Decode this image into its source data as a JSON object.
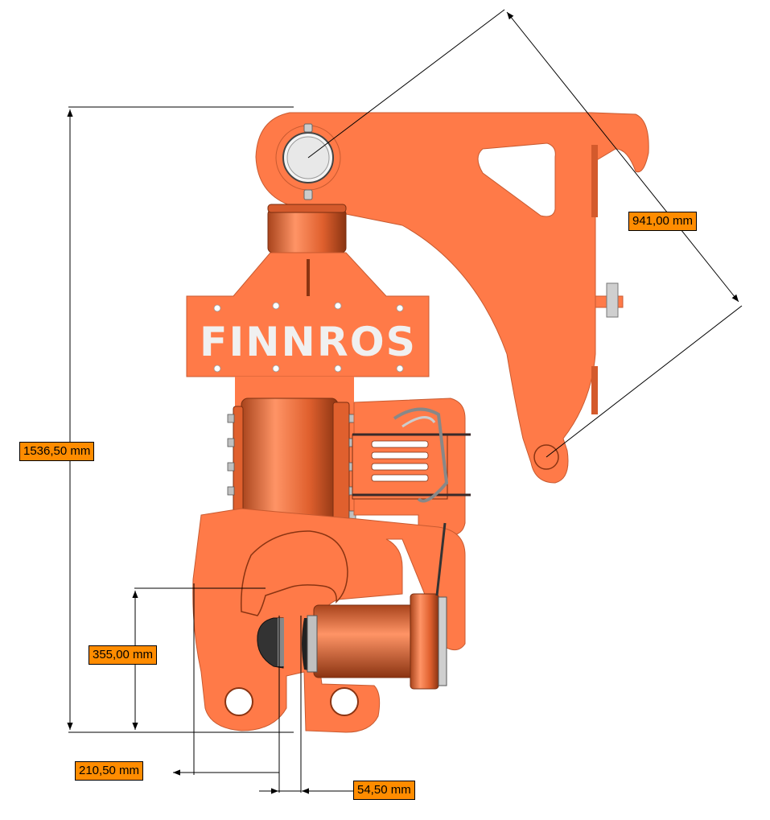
{
  "colors": {
    "body": "#ff7a48",
    "body_dark": "#d45a2c",
    "motor": "#e0602e",
    "dimension_line": "#000000",
    "label_bg": "#ff8c00"
  },
  "logo": {
    "text": "FINNROS"
  },
  "dimensions": {
    "overall_height": "1536,50 mm",
    "arm_diagonal": "941,00 mm",
    "jaw_opening": "355,00 mm",
    "jaw_width": "210,50 mm",
    "blade_gap": "54,50 mm"
  }
}
